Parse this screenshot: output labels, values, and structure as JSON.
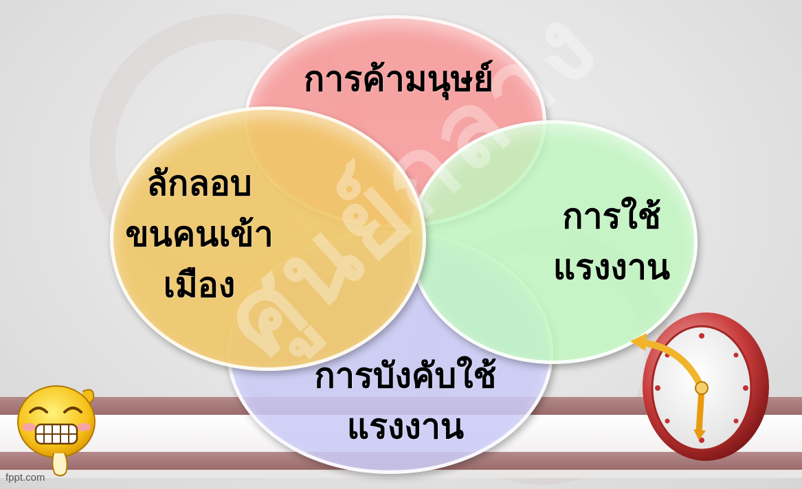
{
  "diagram": {
    "circles": [
      {
        "id": "red",
        "lines": [
          "การค้ามนุษย์"
        ],
        "color": "#f89696"
      },
      {
        "id": "orange",
        "lines": [
          "ลักลอบ",
          "ขนคนเข้า",
          "เมือง"
        ],
        "color": "#f0c668"
      },
      {
        "id": "green",
        "lines": [
          "การใช้",
          "แรงงาน"
        ],
        "color": "#bef6be"
      },
      {
        "id": "purple",
        "lines": [
          "การบังคับใช้",
          "แรงงาน"
        ],
        "color": "#cacaf6"
      }
    ]
  },
  "watermark": "ศูนย์กลาง",
  "footer": "fppt.com",
  "decorations": {
    "left": "smiley-icon",
    "right": "clock-icon"
  }
}
